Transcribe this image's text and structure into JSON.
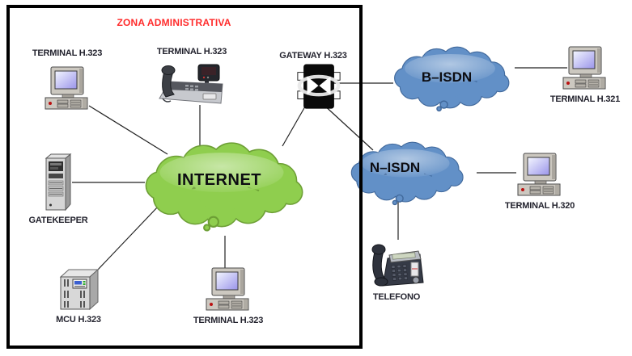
{
  "zone": {
    "title": "ZONA ADMINISTRATIVA",
    "title_color": "#ff2b2b"
  },
  "clouds": {
    "internet": {
      "label": "INTERNET",
      "fill": "#8fce4e",
      "stroke": "#6d9f35"
    },
    "b_isdn": {
      "label": "B–ISDN",
      "fill": "#6290c7",
      "stroke": "#41699c"
    },
    "n_isdn": {
      "label": "N–ISDN",
      "fill": "#6290c7",
      "stroke": "#41699c"
    }
  },
  "nodes": {
    "terminal_h323_top": {
      "label": "TERMINAL H.323",
      "type": "computer"
    },
    "terminal_h323_phone": {
      "label": "TERMINAL H.323",
      "type": "ip-phone"
    },
    "gateway_h323": {
      "label": "GATEWAY H.323",
      "type": "gateway"
    },
    "gatekeeper": {
      "label": "GATEKEEPER",
      "type": "server-tower"
    },
    "mcu_h323": {
      "label": "MCU H.323",
      "type": "server-box"
    },
    "terminal_h323_bottom": {
      "label": "TERMINAL H.323",
      "type": "computer"
    },
    "terminal_h321": {
      "label": "TERMINAL H.321",
      "type": "computer"
    },
    "terminal_h320": {
      "label": "TERMINAL H.320",
      "type": "computer"
    },
    "telefono": {
      "label": "TELEFONO",
      "type": "desk-phone"
    }
  },
  "connections": [
    {
      "from": "terminal_h323_top",
      "to": "internet"
    },
    {
      "from": "terminal_h323_phone",
      "to": "internet"
    },
    {
      "from": "gateway_h323",
      "to": "internet"
    },
    {
      "from": "gateway_h323",
      "to": "b_isdn"
    },
    {
      "from": "gateway_h323",
      "to": "n_isdn"
    },
    {
      "from": "gatekeeper",
      "to": "internet"
    },
    {
      "from": "mcu_h323",
      "to": "internet"
    },
    {
      "from": "terminal_h323_bottom",
      "to": "internet"
    },
    {
      "from": "b_isdn",
      "to": "terminal_h321"
    },
    {
      "from": "n_isdn",
      "to": "terminal_h320"
    },
    {
      "from": "n_isdn",
      "to": "telefono"
    }
  ]
}
